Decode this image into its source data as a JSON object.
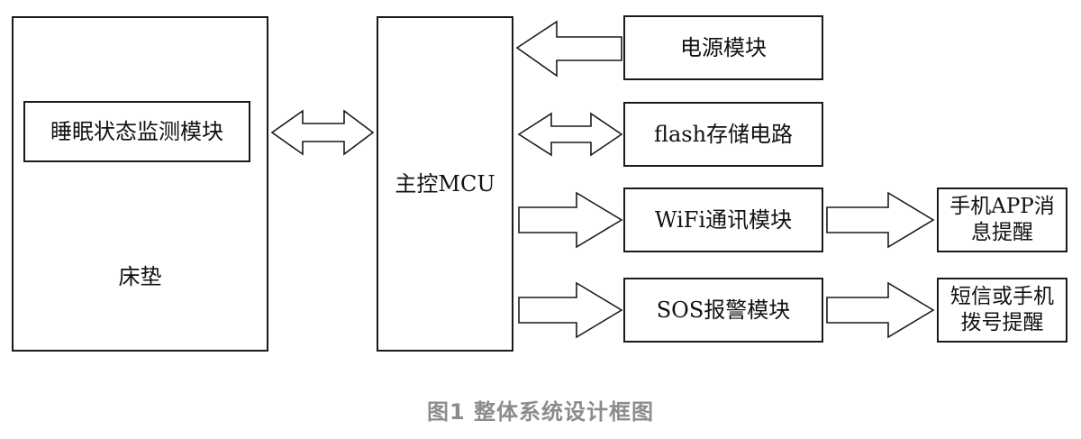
{
  "blocks": {
    "bed": "床垫",
    "sleep_monitor": "睡眠状态监测模块",
    "mcu": "主控MCU",
    "power": "电源模块",
    "flash": "flash存储电路",
    "wifi": "WiFi通讯模块",
    "sos": "SOS报警模块",
    "app_notify": "手机APP消息提醒",
    "sms_notify": "短信或手机拨号提醒"
  },
  "connections": [
    {
      "from": "bed",
      "to": "mcu",
      "direction": "bidirectional"
    },
    {
      "from": "power",
      "to": "mcu",
      "direction": "one-way"
    },
    {
      "from": "flash",
      "to": "mcu",
      "direction": "bidirectional"
    },
    {
      "from": "mcu",
      "to": "wifi",
      "direction": "one-way"
    },
    {
      "from": "mcu",
      "to": "sos",
      "direction": "one-way"
    },
    {
      "from": "wifi",
      "to": "app_notify",
      "direction": "one-way"
    },
    {
      "from": "sos",
      "to": "sms_notify",
      "direction": "one-way"
    }
  ],
  "caption": "图1 整体系统设计框图"
}
